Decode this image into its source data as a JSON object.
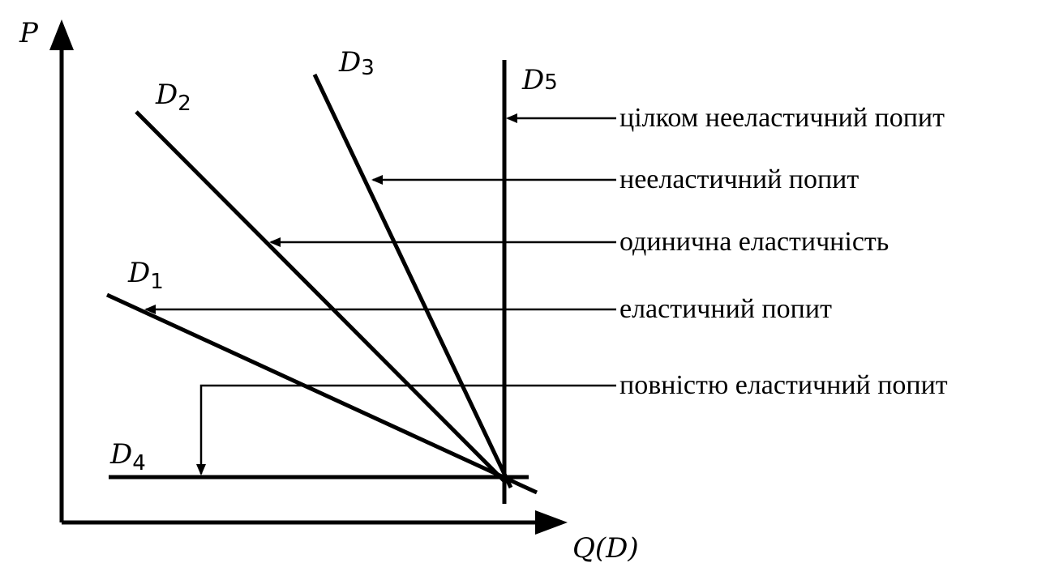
{
  "axes": {
    "y_label": "P",
    "x_label": "Q(D)"
  },
  "curves": [
    {
      "id": "d1",
      "letter": "D",
      "index": "1",
      "annotation": "еластичний попит"
    },
    {
      "id": "d2",
      "letter": "D",
      "index": "2",
      "annotation": "одинична еластичність"
    },
    {
      "id": "d3",
      "letter": "D",
      "index": "3",
      "annotation": "нееластичний попит"
    },
    {
      "id": "d4",
      "letter": "D",
      "index": "4",
      "annotation": "повністю еластичний попит"
    },
    {
      "id": "d5",
      "letter": "D",
      "index": "5",
      "annotation": "цілком нееластичний попит"
    }
  ]
}
